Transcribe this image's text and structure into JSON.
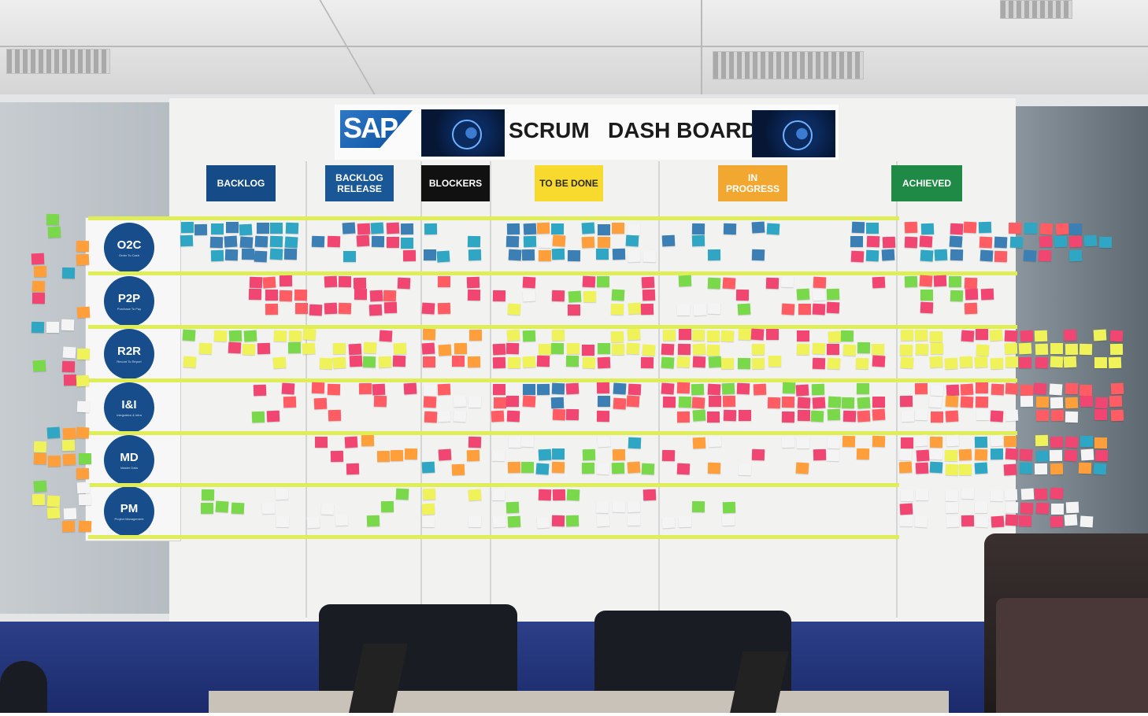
{
  "board": {
    "logo_text": "SAP",
    "title_left": "SCRUM",
    "title_right": "DASH BOARD",
    "columns": [
      {
        "label": "BACKLOG",
        "bg": "#154b86",
        "fg": "#ffffff"
      },
      {
        "label": "BACKLOG RELEASE",
        "bg": "#1a5796",
        "fg": "#ffffff"
      },
      {
        "label": "BLOCKERS",
        "bg": "#111111",
        "fg": "#ffffff"
      },
      {
        "label": "TO BE DONE",
        "bg": "#f7da2d",
        "fg": "#2c2a1e"
      },
      {
        "label": "IN PROGRESS",
        "bg": "#f2a731",
        "fg": "#ffffff"
      },
      {
        "label": "ACHIEVED",
        "bg": "#1f8a45",
        "fg": "#ffffff"
      }
    ],
    "rows": [
      {
        "code": "O2C",
        "sub": "Order To Cash"
      },
      {
        "code": "P2P",
        "sub": "Purchase To Pay"
      },
      {
        "code": "R2R",
        "sub": "Record To Report"
      },
      {
        "code": "I&I",
        "sub": "Integration & Infra"
      },
      {
        "code": "MD",
        "sub": "Master Data"
      },
      {
        "code": "PM",
        "sub": "Project Management"
      }
    ]
  },
  "note_colors": {
    "blue": "#3b7fb5",
    "teal": "#2fa7c4",
    "pink": "#f24672",
    "red": "#ff5c63",
    "yellow": "#f0f25a",
    "green": "#7ad94a",
    "orange": "#ff9f3b",
    "white": "#f4f4f4"
  }
}
